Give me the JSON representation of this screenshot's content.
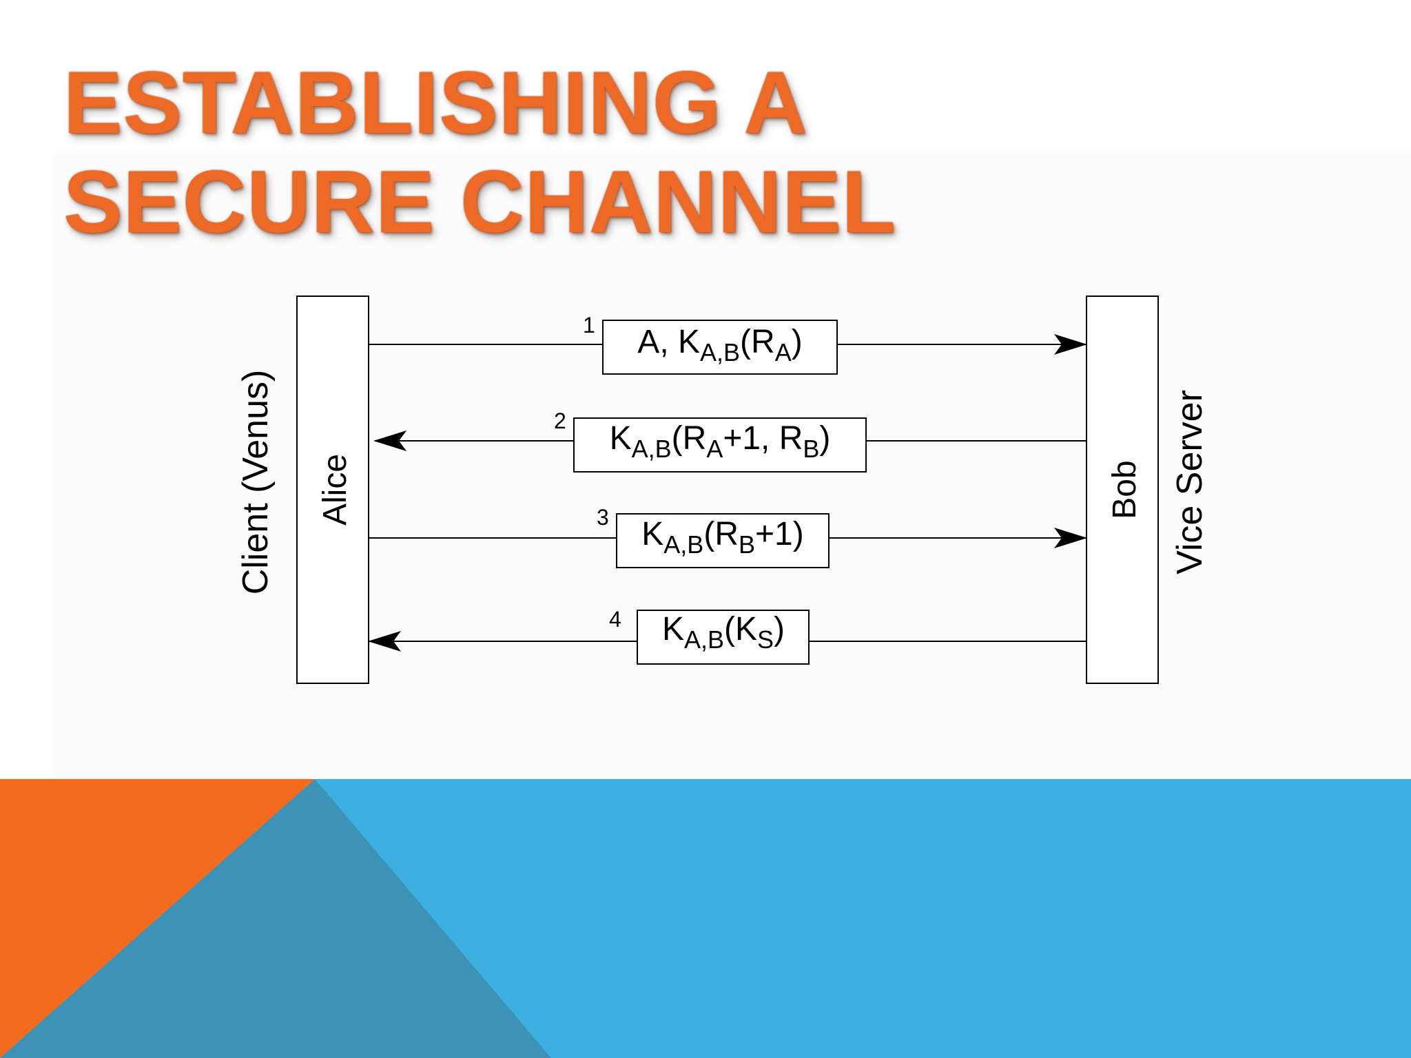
{
  "slide": {
    "title_line_1": "ESTABLISHING A",
    "title_line_2": "SECURE CHANNEL"
  },
  "diagram": {
    "client_label": "Client (Venus)",
    "server_label": "Vice Server",
    "left_party": "Alice",
    "right_party": "Bob",
    "messages": [
      {
        "step": "1",
        "direction": "right",
        "segments": [
          [
            "A, K",
            ""
          ],
          [
            "A,B",
            "sub"
          ],
          [
            "(R",
            ""
          ],
          [
            "A",
            "sub"
          ],
          [
            ")",
            ""
          ]
        ]
      },
      {
        "step": "2",
        "direction": "left",
        "segments": [
          [
            "K",
            ""
          ],
          [
            "A,B",
            "sub"
          ],
          [
            "(R",
            ""
          ],
          [
            "A",
            "sub"
          ],
          [
            "+1, R",
            ""
          ],
          [
            "B",
            "sub"
          ],
          [
            ")",
            ""
          ]
        ]
      },
      {
        "step": "3",
        "direction": "right",
        "segments": [
          [
            "K",
            ""
          ],
          [
            "A,B",
            "sub"
          ],
          [
            "(R",
            ""
          ],
          [
            "B",
            "sub"
          ],
          [
            "+1)",
            ""
          ]
        ]
      },
      {
        "step": "4",
        "direction": "left",
        "segments": [
          [
            "K",
            ""
          ],
          [
            "A,B",
            "sub"
          ],
          [
            "(K",
            ""
          ],
          [
            "S",
            "sub"
          ],
          [
            ")",
            ""
          ]
        ]
      }
    ]
  },
  "colors": {
    "title": "#ec6a26",
    "band_blue": "#3cb0e0",
    "band_orange": "#f46b20",
    "band_dark_teal": "#3c93b5",
    "line": "#000000"
  }
}
